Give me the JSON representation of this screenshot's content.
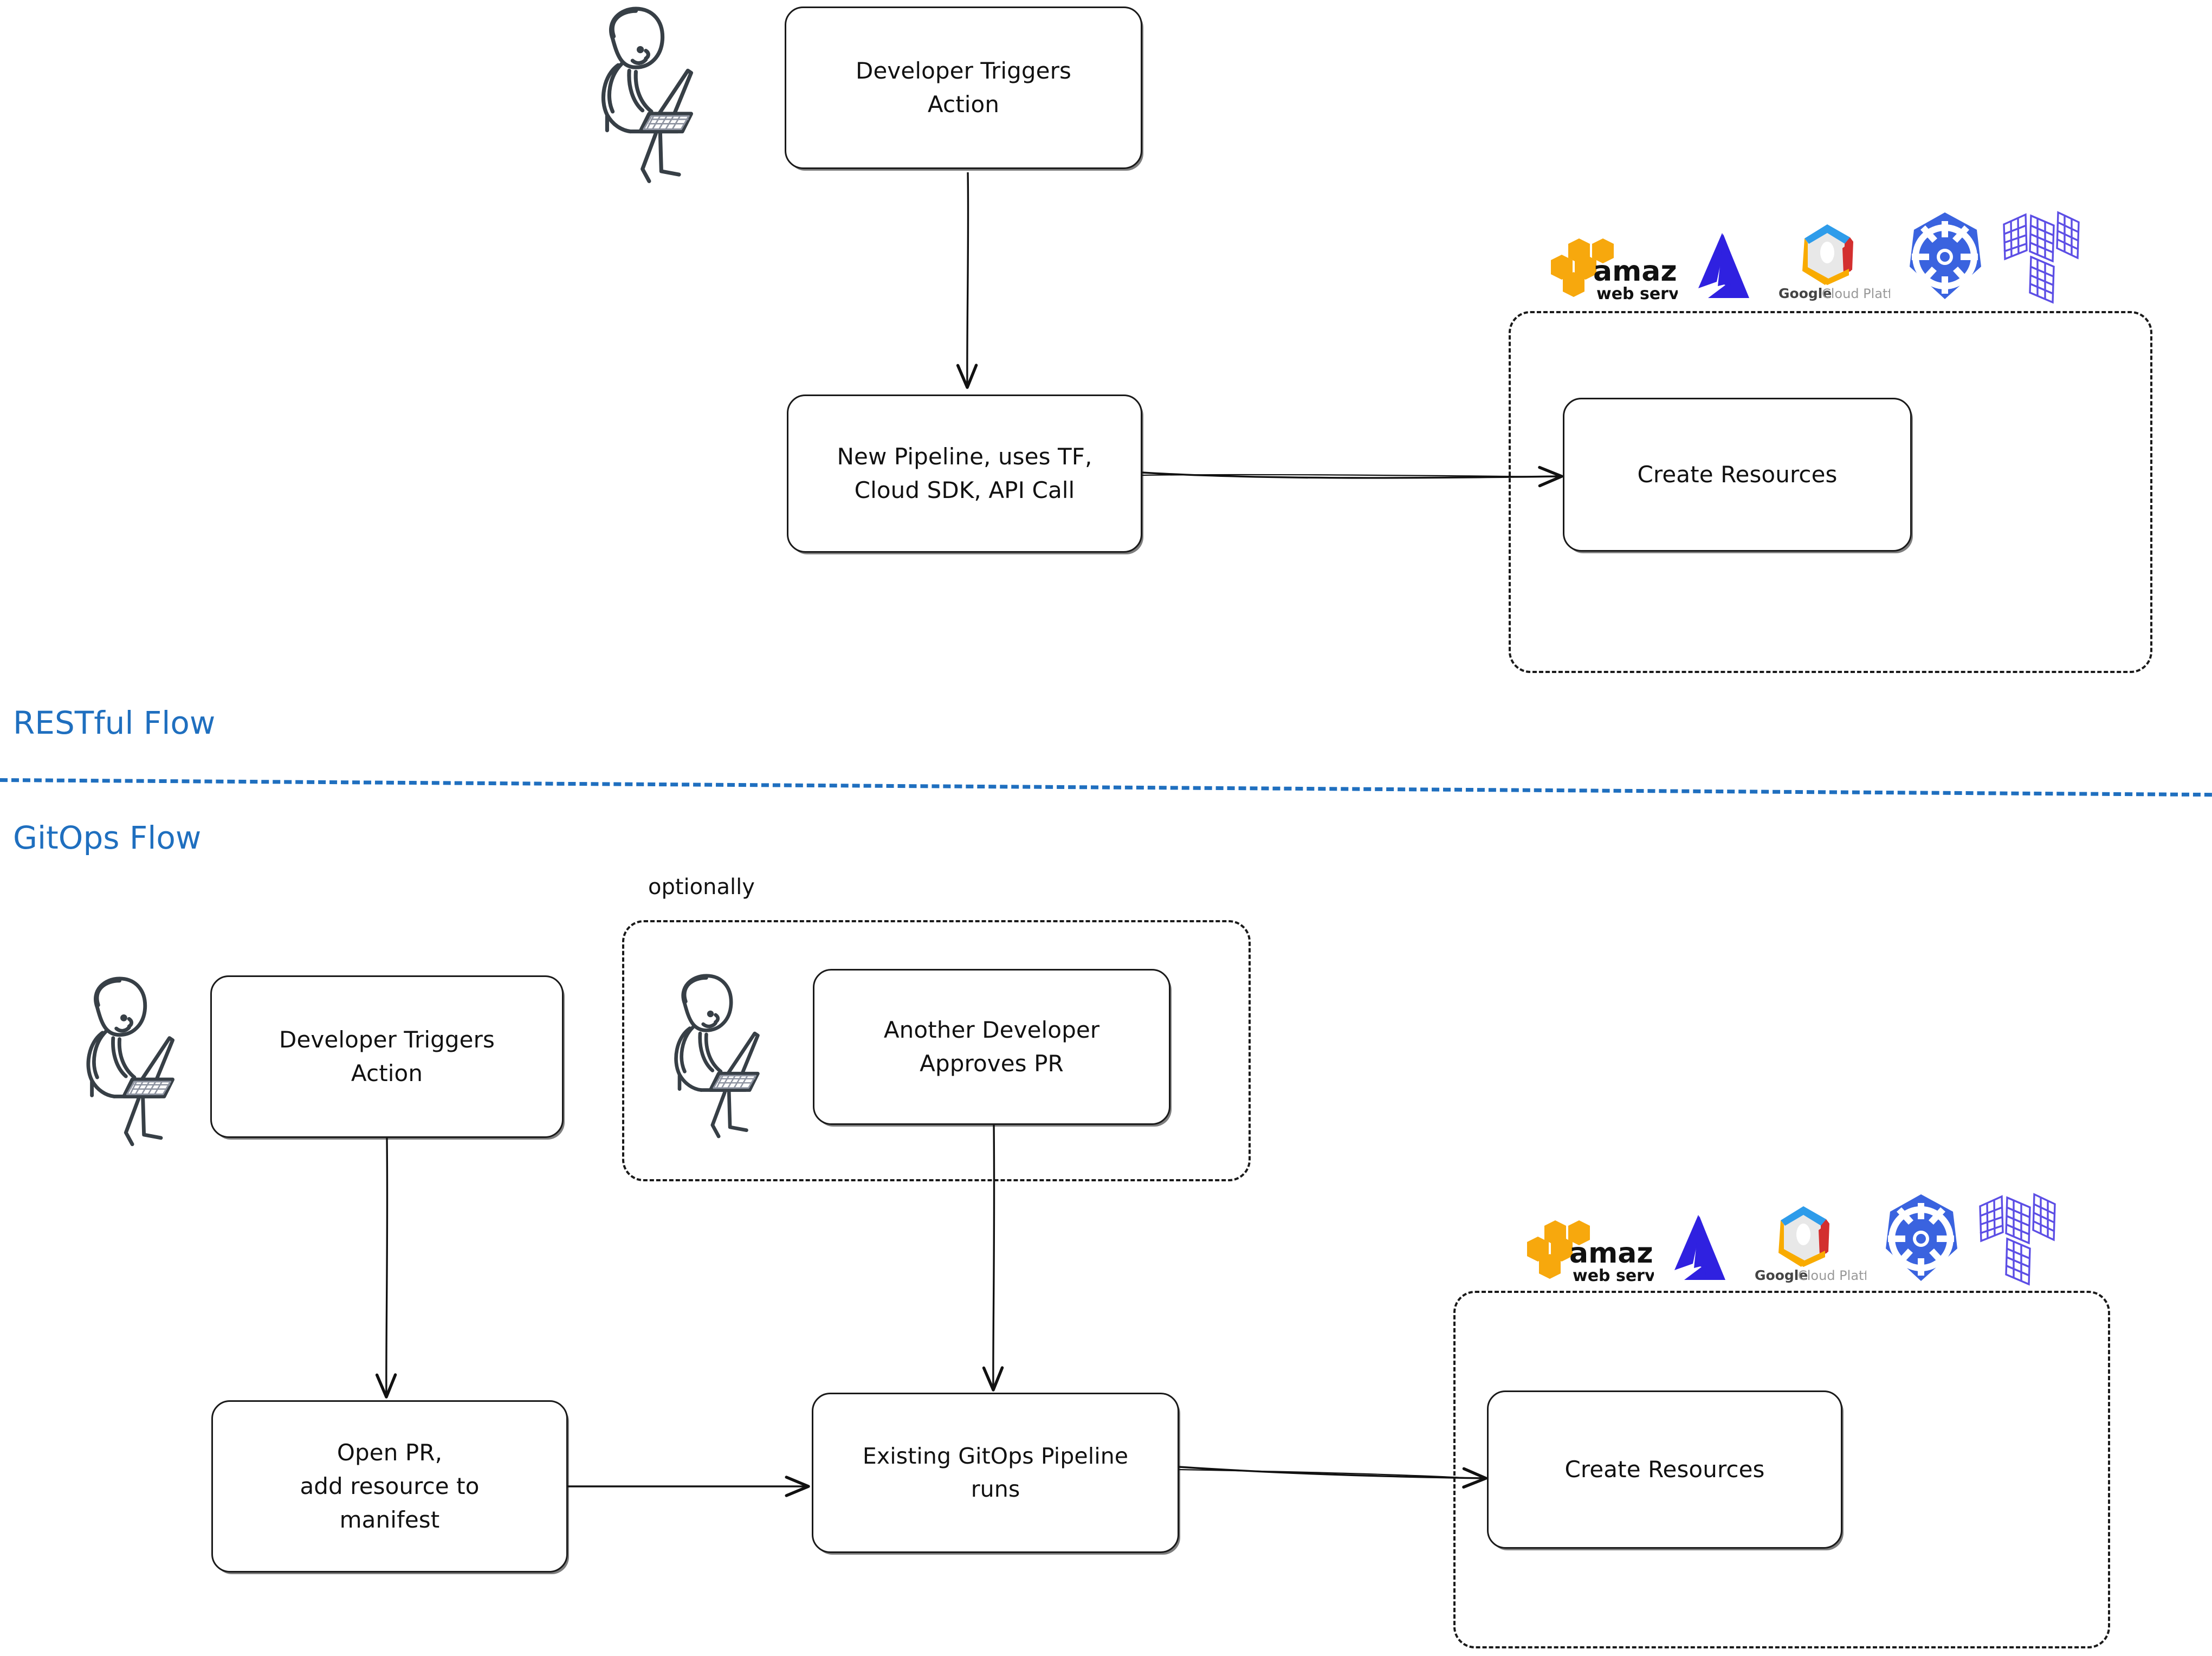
{
  "diagram": {
    "title_hidden": "",
    "sections": [
      {
        "id": "restful",
        "label": "RESTful Flow",
        "label_color": "#1f6fbf",
        "nodes": [
          {
            "id": "dev-triggers-top",
            "lines": [
              "Developer Triggers",
              "Action"
            ]
          },
          {
            "id": "new-pipeline",
            "lines": [
              "New Pipeline, uses TF,",
              "Cloud SDK, API Call"
            ]
          },
          {
            "id": "create-resources-top",
            "lines": [
              "Create Resources"
            ]
          }
        ],
        "edges": [
          {
            "from": "dev-triggers-top",
            "to": "new-pipeline",
            "kind": "arrow-down"
          },
          {
            "from": "new-pipeline",
            "to": "create-resources-top",
            "kind": "arrow-right"
          }
        ],
        "actors": [
          {
            "id": "developer-top",
            "kind": "person-with-laptop"
          }
        ],
        "groups": [
          {
            "id": "cloud-group-top",
            "caption": ""
          }
        ],
        "logos": [
          "aws",
          "azure",
          "gcp",
          "kubernetes",
          "terraform"
        ]
      },
      {
        "id": "gitops",
        "label": "GitOps Flow",
        "label_color": "#1f6fbf",
        "nodes": [
          {
            "id": "dev-triggers-bottom",
            "lines": [
              "Developer Triggers",
              "Action"
            ]
          },
          {
            "id": "another-dev-approves",
            "lines": [
              "Another Developer",
              "Approves PR"
            ]
          },
          {
            "id": "open-pr",
            "lines": [
              "Open PR,",
              "add resource to",
              "manifest"
            ]
          },
          {
            "id": "gitops-pipeline",
            "lines": [
              "Existing GitOps Pipeline",
              "runs"
            ]
          },
          {
            "id": "create-resources-bottom",
            "lines": [
              "Create Resources"
            ]
          }
        ],
        "edges": [
          {
            "from": "dev-triggers-bottom",
            "to": "open-pr",
            "kind": "arrow-down"
          },
          {
            "from": "another-dev-approves",
            "to": "gitops-pipeline",
            "kind": "arrow-down"
          },
          {
            "from": "open-pr",
            "to": "gitops-pipeline",
            "kind": "arrow-right"
          },
          {
            "from": "gitops-pipeline",
            "to": "create-resources-bottom",
            "kind": "arrow-right"
          }
        ],
        "actors": [
          {
            "id": "developer-bottom-left",
            "kind": "person-with-laptop"
          },
          {
            "id": "developer-bottom-optional",
            "kind": "person-with-laptop"
          }
        ],
        "groups": [
          {
            "id": "optional-group",
            "caption": "optionally"
          },
          {
            "id": "cloud-group-bottom",
            "caption": ""
          }
        ],
        "logos": [
          "aws",
          "azure",
          "gcp",
          "kubernetes",
          "terraform"
        ]
      }
    ],
    "labels": {
      "restful_flow": "RESTful Flow",
      "gitops_flow": "GitOps Flow",
      "optionally": "optionally"
    },
    "node_text": {
      "dev_triggers_line1": "Developer Triggers",
      "dev_triggers_line2": "Action",
      "new_pipeline_line1": "New Pipeline, uses TF,",
      "new_pipeline_line2": "Cloud SDK, API Call",
      "create_resources": "Create Resources",
      "another_dev_line1": "Another Developer",
      "another_dev_line2": "Approves PR",
      "open_pr_line1": "Open PR,",
      "open_pr_line2": "add resource to",
      "open_pr_line3": "manifest",
      "gitops_pipeline_line1": "Existing GitOps Pipeline",
      "gitops_pipeline_line2": "runs"
    },
    "logo_text": {
      "aws_word": "amazon",
      "aws_sub": "web services",
      "gcp_google": "Google",
      "gcp_rest": "Cloud Platform"
    },
    "colors": {
      "accent_blue": "#1f6fbf",
      "stroke": "#1a1a1a",
      "aws_orange": "#f7a80d",
      "azure_blue": "#2f21e0",
      "gcp_blue": "#2e9cea",
      "gcp_red": "#d32f2f",
      "gcp_yellow": "#f9ab00",
      "k8s_blue": "#3a63df",
      "terraform_purple": "#5c4ee5",
      "sketch_ink": "#373f46"
    }
  }
}
